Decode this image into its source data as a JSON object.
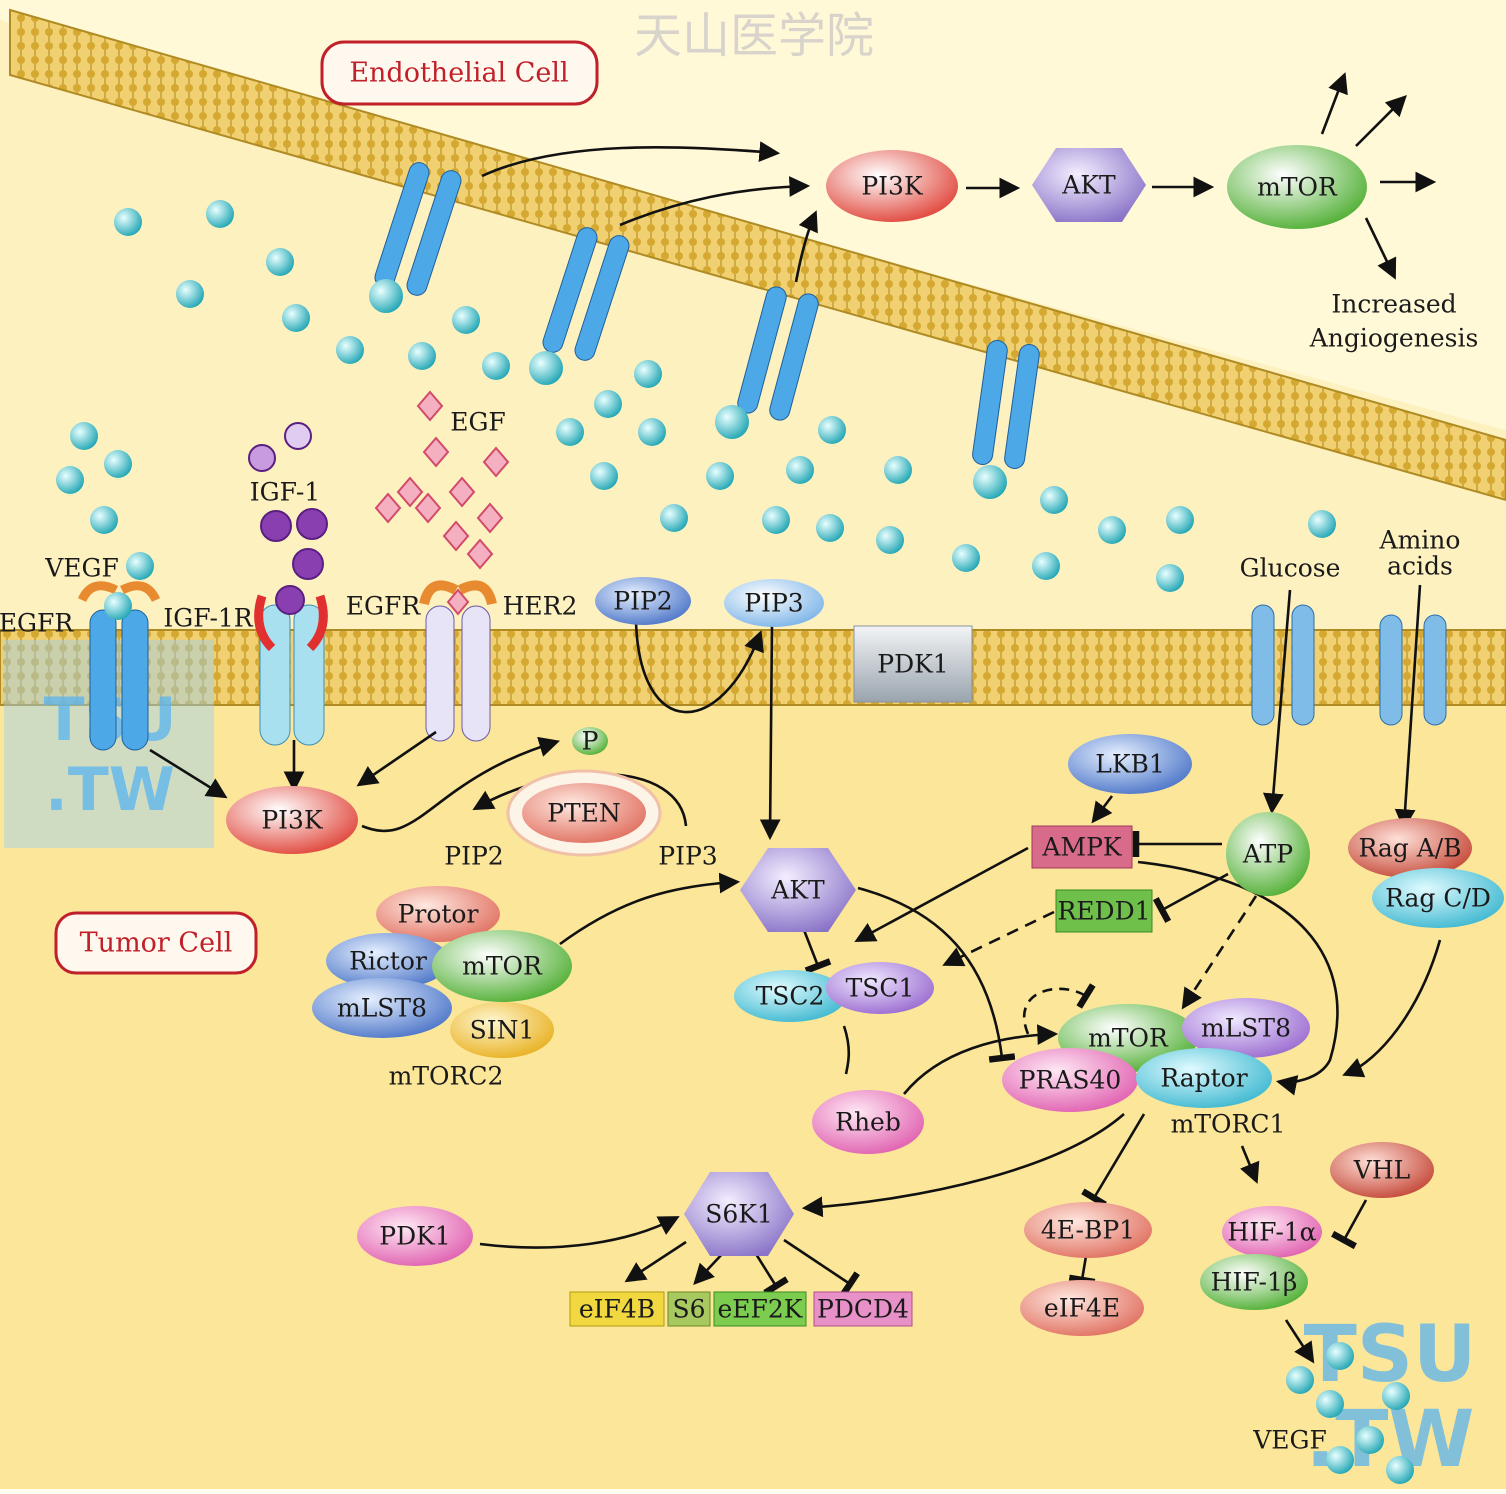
{
  "header": {
    "watermark_top": "天山医学院"
  },
  "cells": {
    "endothelial_label": "Endothelial Cell",
    "tumor_label": "Tumor Cell"
  },
  "endothelial": {
    "pi3k": "PI3K",
    "akt": "AKT",
    "mtor": "mTOR",
    "angiogenesis_line1": "Increased",
    "angiogenesis_line2": "Angiogenesis"
  },
  "ligands": {
    "egf": "EGF",
    "igf1": "IGF-1",
    "vegf": "VEGF",
    "glucose": "Glucose",
    "amino_line1": "Amino",
    "amino_line2": "acids"
  },
  "receptors": {
    "egfr_left": "EGFR",
    "igf1r": "IGF-1R",
    "egfr_mid": "EGFR",
    "her2": "HER2"
  },
  "membrane": {
    "pip2": "PIP2",
    "pip3": "PIP3",
    "pdk1": "PDK1"
  },
  "tumor": {
    "pi3k": "PI3K",
    "p": "P",
    "pten": "PTEN",
    "pip2": "PIP2",
    "pip3": "PIP3",
    "akt": "AKT",
    "protor": "Protor",
    "rictor": "Rictor",
    "mtor2": "mTOR",
    "mlst8_2": "mLST8",
    "sin1": "SIN1",
    "mtorc2": "mTORC2",
    "tsc2": "TSC2",
    "tsc1": "TSC1",
    "rheb": "Rheb",
    "lkb1": "LKB1",
    "ampk": "AMPK",
    "atp": "ATP",
    "redd1": "REDD1",
    "rag_ab": "Rag A/B",
    "rag_cd": "Rag C/D",
    "mtor1": "mTOR",
    "mlst8_1": "mLST8",
    "pras40": "PRAS40",
    "raptor": "Raptor",
    "mtorc1": "mTORC1",
    "s6k1": "S6K1",
    "pdk1": "PDK1",
    "eif4b": "eIF4B",
    "s6": "S6",
    "eef2k": "eEF2K",
    "pdcd4": "PDCD4",
    "ebp1": "4E-BP1",
    "eif4e": "eIF4E",
    "vhl": "VHL",
    "hif1a": "HIF-1α",
    "hif1b": "HIF-1β",
    "vegf_out": "VEGF"
  },
  "watermarks": {
    "left_top": "TSU",
    "left_bottom": ".TW",
    "right_top": "TSU",
    "right_bottom": ".TW"
  },
  "colors": {
    "membrane": "#d9b640",
    "cytoplasm": "#fce9a0",
    "title_red": "#c0202a",
    "vegf_teal": "#33b5bf",
    "igf_purple": "#8a3fb0",
    "egf_pink": "#e2607a"
  }
}
